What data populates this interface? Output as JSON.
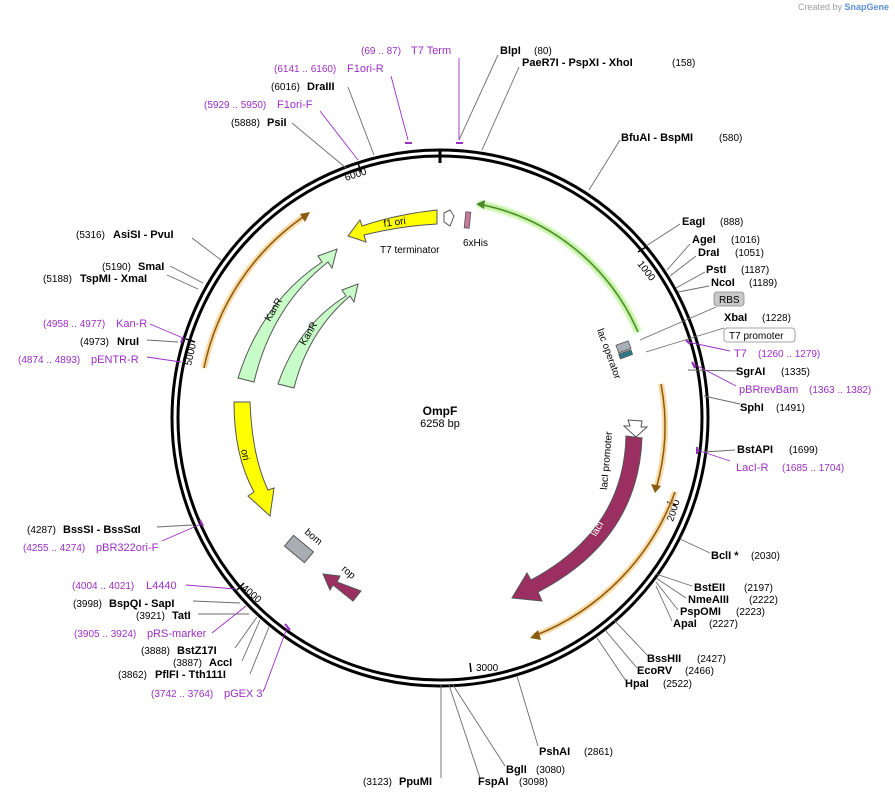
{
  "credit": {
    "prefix": "Created by",
    "brand": "SnapGene"
  },
  "plasmid": {
    "name": "OmpF",
    "size": "6258 bp",
    "length": 6258
  },
  "colors": {
    "primer": "#9a2fc3",
    "arrow_yellow": "#ffff00",
    "arrow_kanr": "#c7fcc8",
    "arrow_laci": "#9c2f62",
    "arrow_rop": "#9c2f62",
    "orf_orange": "#e8a33a",
    "orf_green": "#7ac143",
    "backbone": "#000000"
  },
  "ticks": [
    "1000",
    "2000",
    "3000",
    "4000",
    "5000",
    "6000"
  ],
  "sites": [
    {
      "id": "blpi",
      "name": "BlpI",
      "pos": "(80)"
    },
    {
      "id": "paer7i",
      "name": "PaeR7I   -  PspXI   -  XhoI",
      "pos": "(158)"
    },
    {
      "id": "bfuai",
      "name": "BfuAI   -  BspMI",
      "pos": "(580)"
    },
    {
      "id": "eagi",
      "name": "EagI",
      "pos": "(888)"
    },
    {
      "id": "agei",
      "name": "AgeI",
      "pos": "(1016)"
    },
    {
      "id": "drai",
      "name": "DraI",
      "pos": "(1051)"
    },
    {
      "id": "psti",
      "name": "PstI",
      "pos": "(1187)"
    },
    {
      "id": "ncoi",
      "name": "NcoI",
      "pos": "(1189)"
    },
    {
      "id": "xbai",
      "name": "XbaI",
      "pos": "(1228)"
    },
    {
      "id": "sgrai",
      "name": "SgrAI",
      "pos": "(1335)"
    },
    {
      "id": "sphi",
      "name": "SphI",
      "pos": "(1491)"
    },
    {
      "id": "bstapi",
      "name": "BstAPI",
      "pos": "(1699)"
    },
    {
      "id": "bcli",
      "name": "BclI *",
      "pos": "(2030)"
    },
    {
      "id": "bsteii",
      "name": "BstEII",
      "pos": "(2197)"
    },
    {
      "id": "nmeaiii",
      "name": "NmeAIII",
      "pos": "(2222)"
    },
    {
      "id": "pspomi",
      "name": "PspOMI",
      "pos": "(2223)"
    },
    {
      "id": "apai",
      "name": "ApaI",
      "pos": "(2227)"
    },
    {
      "id": "bsshii",
      "name": "BssHII",
      "pos": "(2427)"
    },
    {
      "id": "ecorv",
      "name": "EcoRV",
      "pos": "(2466)"
    },
    {
      "id": "hpai",
      "name": "HpaI",
      "pos": "(2522)"
    },
    {
      "id": "pshai",
      "name": "PshAI",
      "pos": "(2861)"
    },
    {
      "id": "bgli",
      "name": "BglI",
      "pos": "(3080)"
    },
    {
      "id": "fspai",
      "name": "FspAI",
      "pos": "(3098)"
    },
    {
      "id": "ppumi",
      "name": "PpuMI",
      "pos": "(3123)"
    },
    {
      "id": "pflfi",
      "name": "PflFI  -  Tth111I",
      "pos": "(3862)"
    },
    {
      "id": "acci",
      "name": "AccI",
      "pos": "(3887)"
    },
    {
      "id": "bstz17i",
      "name": "BstZ17I",
      "pos": "(3888)"
    },
    {
      "id": "tati",
      "name": "TatI",
      "pos": "(3921)"
    },
    {
      "id": "bspqi",
      "name": "BspQI   -  SapI",
      "pos": "(3998)"
    },
    {
      "id": "bsssi",
      "name": "BssSI   -  BssSαI",
      "pos": "(4287)"
    },
    {
      "id": "nrui",
      "name": "NruI",
      "pos": "(4973)"
    },
    {
      "id": "tspmi",
      "name": "TspMI   -  XmaI",
      "pos": "(5188)"
    },
    {
      "id": "smai",
      "name": "SmaI",
      "pos": "(5190)"
    },
    {
      "id": "asisi",
      "name": "AsiSI   -  PvuI",
      "pos": "(5316)"
    },
    {
      "id": "psii",
      "name": "PsiI",
      "pos": "(5888)"
    },
    {
      "id": "draiii",
      "name": "DraIII",
      "pos": "(6016)"
    }
  ],
  "primers": [
    {
      "id": "t7term",
      "name": "T7 Term",
      "pos": "(69 .. 87)"
    },
    {
      "id": "f1orir",
      "name": "F1ori-R",
      "pos": "(6141 .. 6160)"
    },
    {
      "id": "f1orif",
      "name": "F1ori-F",
      "pos": "(5929 .. 5950)"
    },
    {
      "id": "t7",
      "name": "T7",
      "pos": "(1260 .. 1279)"
    },
    {
      "id": "pbrrevbam",
      "name": "pBRrevBam",
      "pos": "(1363 .. 1382)"
    },
    {
      "id": "lacir",
      "name": "LacI-R",
      "pos": "(1685 .. 1704)"
    },
    {
      "id": "kanr",
      "name": "Kan-R",
      "pos": "(4958 .. 4977)"
    },
    {
      "id": "pentrr",
      "name": "pENTR-R",
      "pos": "(4874 .. 4893)"
    },
    {
      "id": "pbr322orif",
      "name": "pBR322ori-F",
      "pos": "(4255 .. 4274)"
    },
    {
      "id": "l4440",
      "name": "L4440",
      "pos": "(4004 .. 4021)"
    },
    {
      "id": "prsmarker",
      "name": "pRS-marker",
      "pos": "(3905 .. 3924)"
    },
    {
      "id": "pgex3",
      "name": "pGEX 3'",
      "pos": "(3742 .. 3764)"
    }
  ],
  "boxed_features": {
    "rbs": "RBS",
    "t7promoter": "T7 promoter"
  },
  "features": {
    "f1ori": "f1 ori",
    "t7terminator": "T7 terminator",
    "his": "6xHis",
    "lacop": "lac operator",
    "laciprom": "lacI promoter",
    "laci": "lacI",
    "kanr_outer": "KanR",
    "kanr_inner": "KanR",
    "ori": "ori",
    "bom": "bom",
    "rop": "rop"
  }
}
